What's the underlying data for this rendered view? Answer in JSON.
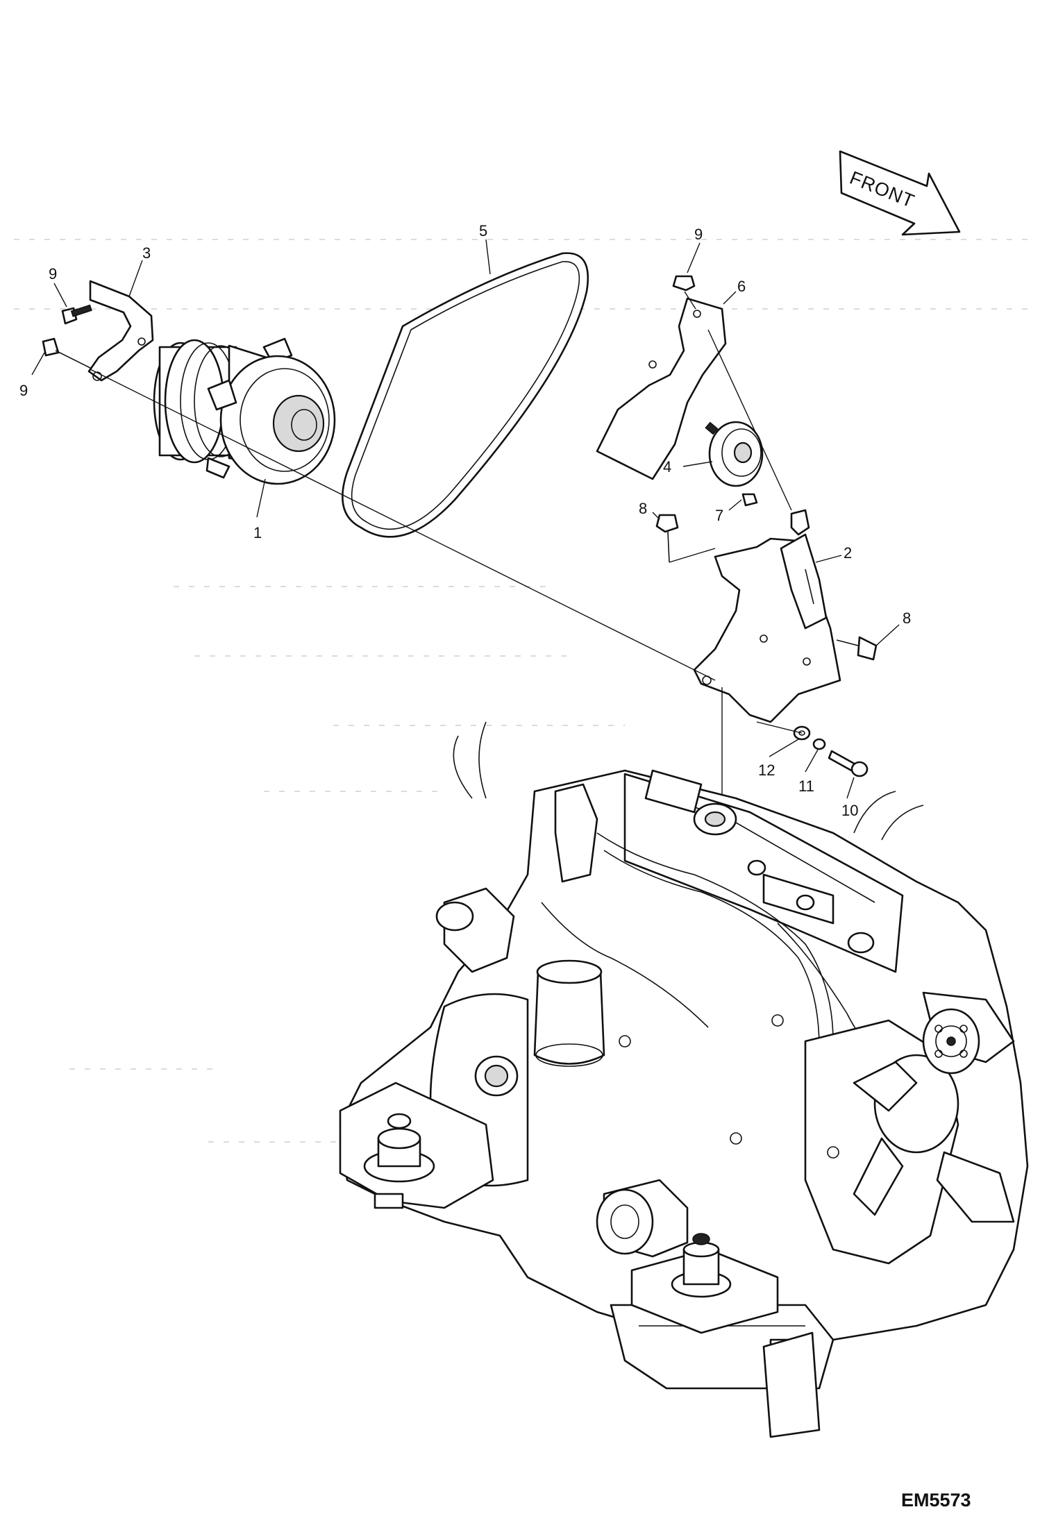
{
  "orientation": {
    "label": "FRONT"
  },
  "figure_id": "EM5573",
  "callouts": [
    "1",
    "2",
    "3",
    "4",
    "5",
    "6",
    "7",
    "8",
    "8",
    "9",
    "9",
    "9",
    "10",
    "11",
    "12"
  ]
}
